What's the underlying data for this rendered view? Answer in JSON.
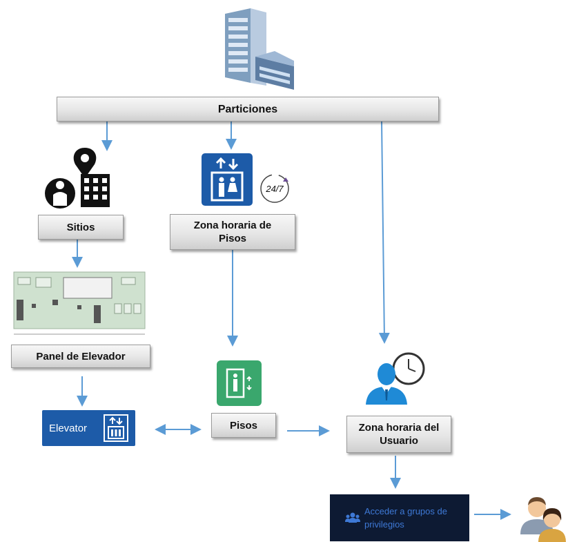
{
  "nodes": {
    "particiones": "Particiones",
    "sitios": "Sitios",
    "zona_pisos": "Zona horaria de Pisos",
    "panel": "Panel de Elevador",
    "elevator": "Elevator",
    "pisos": "Pisos",
    "zona_usuario": "Zona horaria del Usuario",
    "acceder": "Acceder a grupos de privilegios"
  },
  "badge": {
    "clock_247": "24/7"
  },
  "colors": {
    "arrow": "#5b9bd5",
    "elevator_blue": "#1d5ba8",
    "floor_green": "#3aa76d",
    "dark_panel": "#0d1a33",
    "link_blue": "#3e79d6"
  },
  "icons": {
    "building": "building-icon",
    "site": "site-location-icon",
    "elevator_zone": "elevator-icon",
    "clock": "clock-24-7-icon",
    "circuit": "circuit-board-icon",
    "floor": "floor-elevator-icon",
    "user_clock": "user-clock-icon",
    "group": "group-icon",
    "users": "users-icon"
  }
}
